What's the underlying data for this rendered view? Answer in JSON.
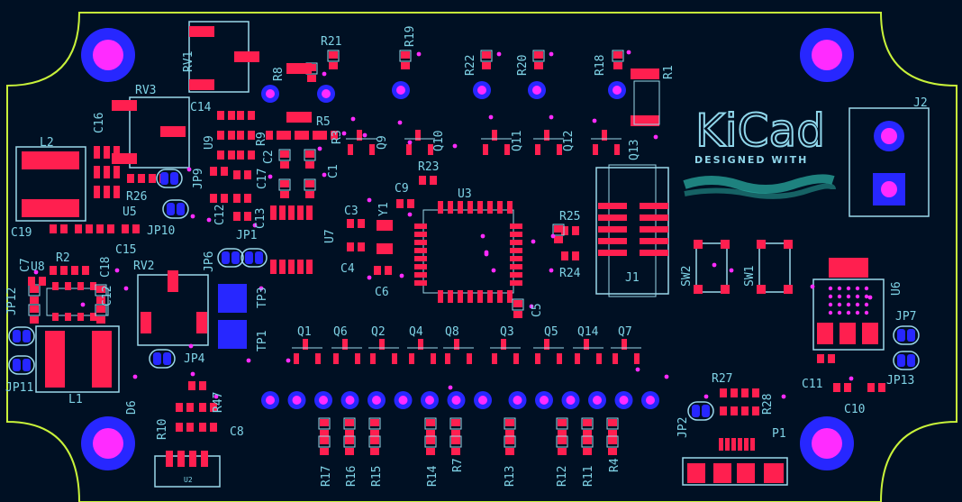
{
  "board": {
    "colors": {
      "background": "#001023",
      "outline": "#c8f23a",
      "pad": "#ff1f4f",
      "via": "#ff2bff",
      "ring": "#2727ff",
      "silk": "#7fd3e6",
      "courtyard": "#9bd7ea"
    }
  },
  "logo": {
    "name": "KiCad",
    "tagline": "DESIGNED WITH"
  },
  "labels": {
    "RV1": "RV1",
    "R21": "R21",
    "R19": "R19",
    "R22": "R22",
    "R20": "R20",
    "R18": "R18",
    "R1": "R1",
    "J2": "J2",
    "R8": "R8",
    "RV3": "RV3",
    "C16": "C16",
    "C14": "C14",
    "U9": "U9",
    "R9": "R9",
    "C2": "C2",
    "R5": "R5",
    "R3": "R3",
    "Q9": "Q9",
    "Q10": "Q10",
    "Q11": "Q11",
    "Q12": "Q12",
    "Q13": "Q13",
    "L2": "L2",
    "C1": "C1",
    "C17": "C17",
    "R23": "R23",
    "C9": "C9",
    "U3": "U3",
    "R26": "R26",
    "JP9": "JP9",
    "U5": "U5",
    "C12": "C12",
    "C13": "C13",
    "C3": "C3",
    "Y1": "Y1",
    "U7": "U7",
    "C19": "C19",
    "JP10": "JP10",
    "C15": "C15",
    "JP1": "JP1",
    "JP6": "JP6",
    "C4": "C4",
    "R25": "R25",
    "R24": "R24",
    "J1": "J1",
    "SW2": "SW2",
    "SW1": "SW1",
    "U6": "U6",
    "C7": "C7",
    "U8": "U8",
    "R2": "R2",
    "C18": "C18",
    "RV2": "RV2",
    "C6": "C6",
    "C5": "C5",
    "JP12": "JP12",
    "TP3": "TP3",
    "C12b": "C12",
    "TP1": "TP1",
    "Q1": "Q1",
    "Q6": "Q6",
    "Q2": "Q2",
    "Q4": "Q4",
    "Q8": "Q8",
    "Q3": "Q3",
    "Q5": "Q5",
    "Q14": "Q14",
    "Q7": "Q7",
    "JP7": "JP7",
    "JP4": "JP4",
    "C11": "C11",
    "JP13": "JP13",
    "C10": "C10",
    "JP11": "JP11",
    "L1": "L1",
    "D6": "D6",
    "R27": "R27",
    "R28": "R28",
    "R47": "R47",
    "R10": "R10",
    "C8": "C8",
    "JP2": "JP2",
    "P1": "P1",
    "U2": "U2",
    "R17": "R17",
    "R16": "R16",
    "R15": "R15",
    "R14": "R14",
    "R7": "R7",
    "R13": "R13",
    "R12": "R12",
    "R11": "R11",
    "R4": "R4"
  }
}
